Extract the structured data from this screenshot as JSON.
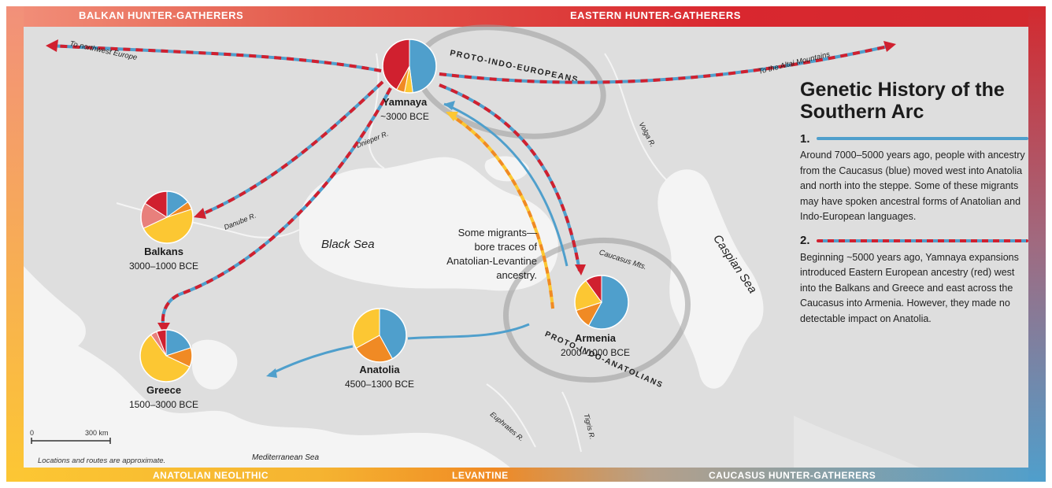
{
  "bands": {
    "top_left": "BALKAN HUNTER-GATHERERS",
    "top_center": "EASTERN HUNTER-GATHERERS",
    "bottom_left": "ANATOLIAN NEOLITHIC",
    "bottom_center": "LEVANTINE",
    "bottom_right": "CAUCASUS HUNTER-GATHERERS"
  },
  "colors": {
    "red": "#d0202f",
    "blue": "#4f9fcc",
    "yellow": "#fcc733",
    "orange": "#f08a24",
    "pink": "#e8807c",
    "land": "#dedede",
    "sea": "#f4f4f4"
  },
  "title": "Genetic History of the Southern Arc",
  "steps": [
    {
      "number": "1.",
      "line_color": "#4f9fcc",
      "text": "Around 7000–5000 years ago, people with ancestry from the Caucasus (blue) moved west into Anatolia and north into the steppe. Some of these migrants may have spoken ancestral forms of Anatolian and Indo-European languages."
    },
    {
      "number": "2.",
      "line_color": "#d0202f",
      "text": "Beginning ~5000 years ago, Yamnaya expansions introduced Eastern European ancestry (red) west into the Balkans and Greece and east across the Caucasus into Armenia. However, they made no detectable impact on Anatolia."
    }
  ],
  "regions": {
    "proto_indo_europeans": "PROTO-INDO-EUROPEANS",
    "proto_indo_anatolians": "PROTO-INDO-ANATOLIANS"
  },
  "water": {
    "black_sea": "Black Sea",
    "caspian_sea": "Caspian Sea",
    "mediterranean": "Mediterranean Sea",
    "dnieper": "Dnieper R.",
    "danube": "Danube R.",
    "volga": "Volga R.",
    "euphrates": "Euphrates R.",
    "tigris": "Tigris R.",
    "caucasus": "Caucasus Mts."
  },
  "routes": {
    "to_nw_europe": "To northwest Europe",
    "to_altai": "To the Altai Mountains"
  },
  "annotation": [
    "Some migrants—",
    "bore traces of",
    "Anatolian-Levantine",
    "ancestry."
  ],
  "scale": {
    "zero": "0",
    "distance": "300 km"
  },
  "note": "Locations and routes are approximate.",
  "sites": [
    {
      "id": "yamnaya",
      "name": "Yamnaya",
      "date": "~3000 BCE",
      "slices": [
        {
          "color": "#4f9fcc",
          "value": 0.48
        },
        {
          "color": "#fcc733",
          "value": 0.05
        },
        {
          "color": "#f08a24",
          "value": 0.05
        },
        {
          "color": "#d0202f",
          "value": 0.42
        }
      ]
    },
    {
      "id": "balkans",
      "name": "Balkans",
      "date": "3000–1000 BCE",
      "slices": [
        {
          "color": "#4f9fcc",
          "value": 0.15
        },
        {
          "color": "#f08a24",
          "value": 0.05
        },
        {
          "color": "#fcc733",
          "value": 0.48
        },
        {
          "color": "#e8807c",
          "value": 0.16
        },
        {
          "color": "#d0202f",
          "value": 0.16
        }
      ]
    },
    {
      "id": "greece",
      "name": "Greece",
      "date": "1500–3000 BCE",
      "slices": [
        {
          "color": "#4f9fcc",
          "value": 0.2
        },
        {
          "color": "#f08a24",
          "value": 0.12
        },
        {
          "color": "#fcc733",
          "value": 0.58
        },
        {
          "color": "#e8807c",
          "value": 0.04
        },
        {
          "color": "#d0202f",
          "value": 0.06
        }
      ]
    },
    {
      "id": "anatolia",
      "name": "Anatolia",
      "date": "4500–1300 BCE",
      "slices": [
        {
          "color": "#4f9fcc",
          "value": 0.42
        },
        {
          "color": "#f08a24",
          "value": 0.25
        },
        {
          "color": "#fcc733",
          "value": 0.33
        }
      ]
    },
    {
      "id": "armenia",
      "name": "Armenia",
      "date": "2000–1000 BCE",
      "slices": [
        {
          "color": "#4f9fcc",
          "value": 0.58
        },
        {
          "color": "#f08a24",
          "value": 0.12
        },
        {
          "color": "#fcc733",
          "value": 0.2
        },
        {
          "color": "#d0202f",
          "value": 0.1
        }
      ]
    }
  ]
}
